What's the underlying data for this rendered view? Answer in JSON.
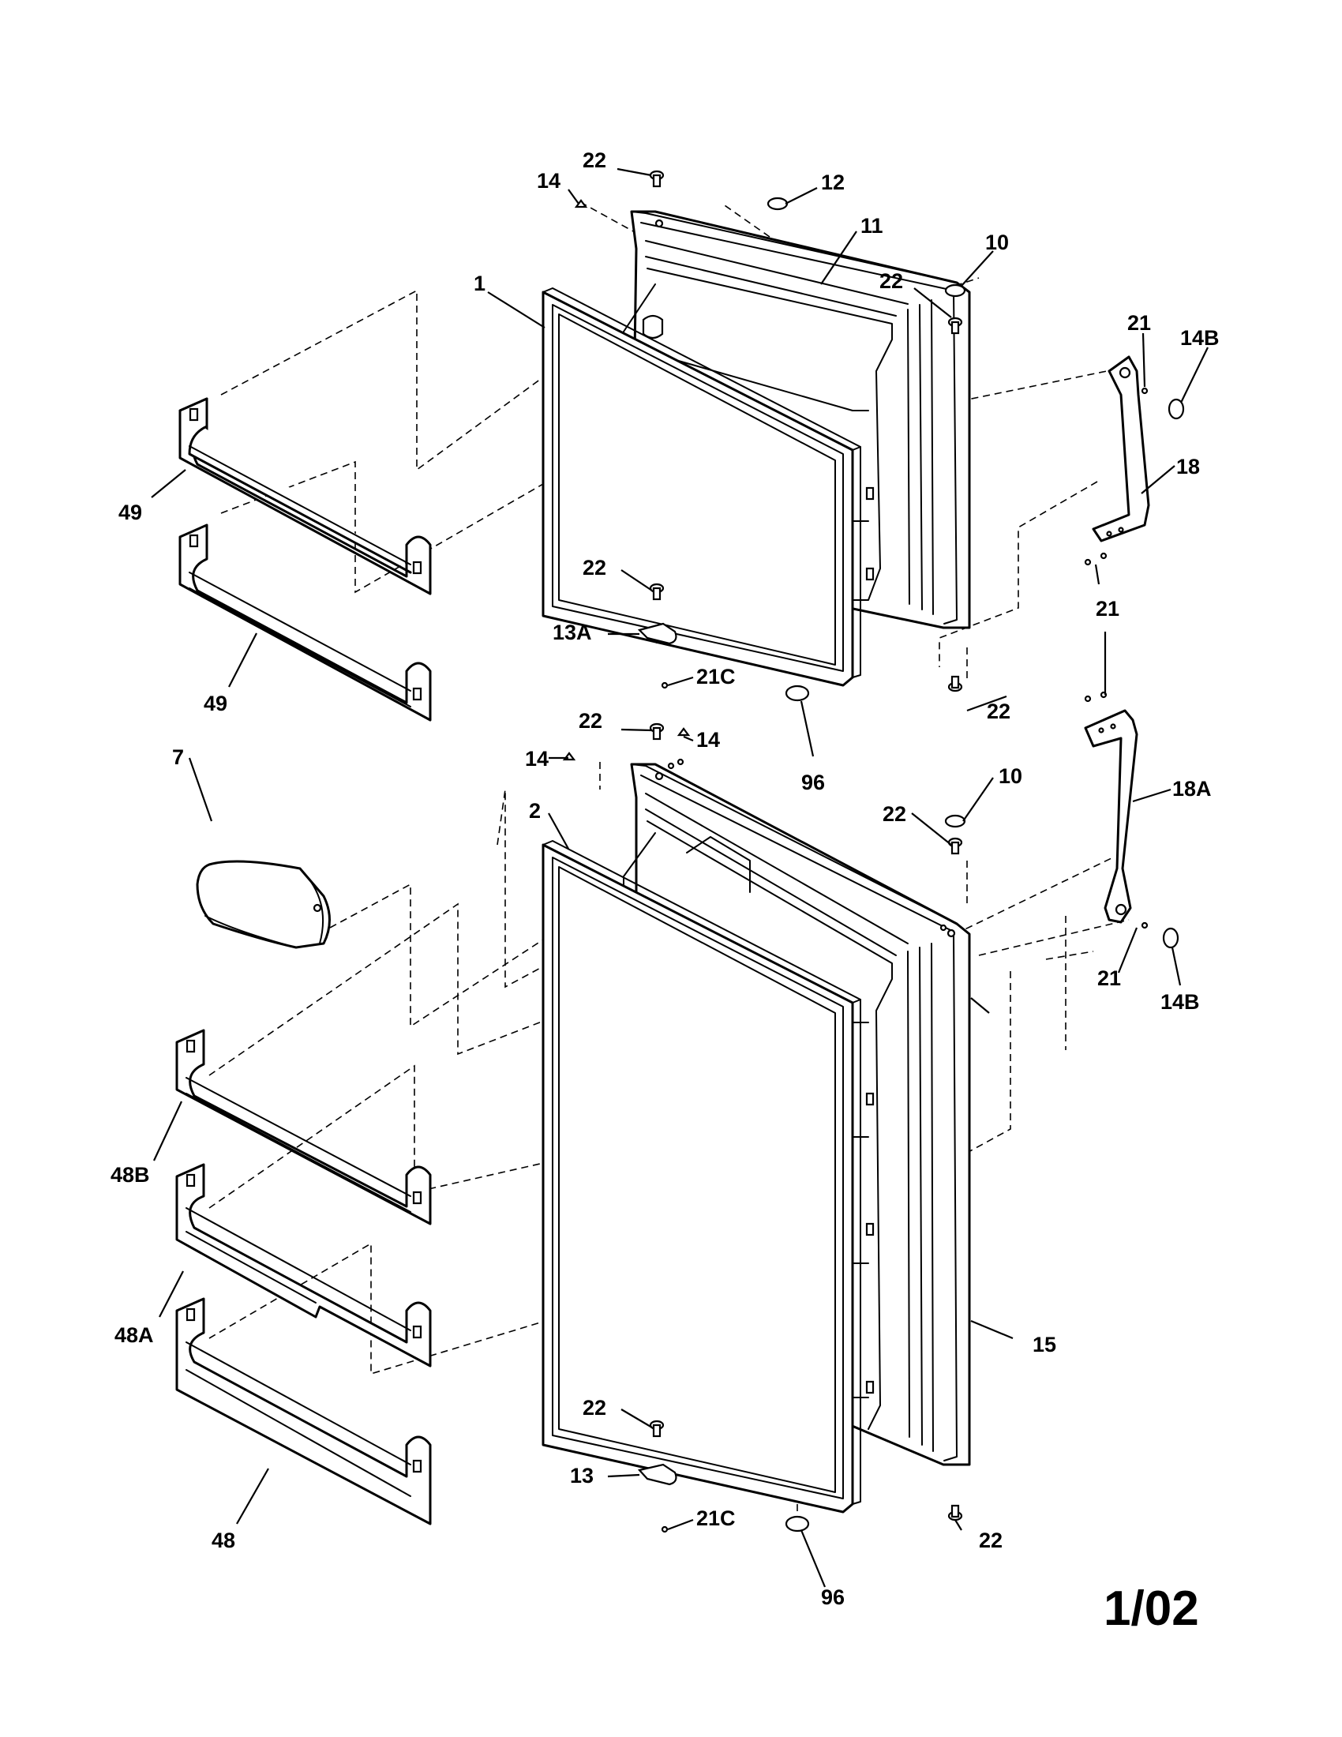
{
  "page_number": "1/02",
  "parts": {
    "p22": "22",
    "p14": "14",
    "p12": "12",
    "p11": "11",
    "p10": "10",
    "p1": "1",
    "p21": "21",
    "p14B": "14B",
    "p18": "18",
    "p49": "49",
    "p13A": "13A",
    "p21C": "21C",
    "p96": "96",
    "p7": "7",
    "p2": "2",
    "p18A": "18A",
    "p48B": "48B",
    "p48A": "48A",
    "p48": "48",
    "p15": "15",
    "p13": "13"
  }
}
